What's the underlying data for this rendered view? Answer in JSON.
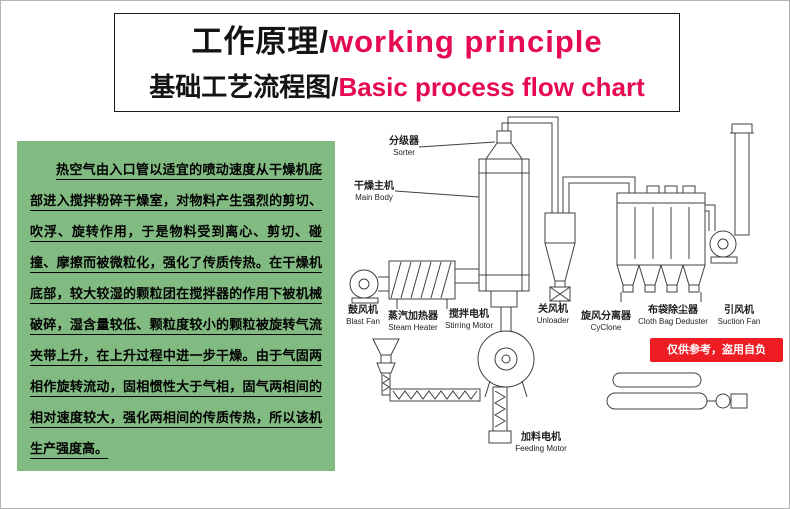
{
  "title": {
    "line1_zh": "工作原理/",
    "line1_en": "working principle",
    "line2_zh": "基础工艺流程图/",
    "line2_en": "Basic process flow chart"
  },
  "description": {
    "text": "热空气由入口管以适宜的喷动速度从干燥机底部进入搅拌粉碎干燥室，对物料产生强烈的剪切、吹浮、旋转作用，于是物料受到离心、剪切、碰撞、摩擦而被微粒化，强化了传质传热。在干燥机底部，较大较湿的颗粒团在搅拌器的作用下被机械破碎，湿含量较低、颗粒度较小的颗粒被旋转气流夹带上升，在上升过程中进一步干燥。由于气固两相作旋转流动，固相惯性大于气相，固气两相间的相对速度较大，强化两相间的传质传热，所以该机生产强度高。"
  },
  "diagram": {
    "labels": [
      {
        "zh": "分级器",
        "en": "Sorter"
      },
      {
        "zh": "干燥主机",
        "en": "Main Body"
      },
      {
        "zh": "鼓风机",
        "en": "Blast Fan"
      },
      {
        "zh": "蒸汽加热器",
        "en": "Steam Heater"
      },
      {
        "zh": "搅拌电机",
        "en": "Stirring Motor"
      },
      {
        "zh": "关风机",
        "en": "Unloader"
      },
      {
        "zh": "旋风分离器",
        "en": "CyClone"
      },
      {
        "zh": "布袋除尘器",
        "en": "Cloth Bag Deduster"
      },
      {
        "zh": "引风机",
        "en": "Suction Fan"
      },
      {
        "zh": "加料电机",
        "en": "Feeding Motor"
      }
    ],
    "watermark": "仅供参考，盗用自负"
  },
  "colors": {
    "accent_red": "#e60a50",
    "watermark_red": "#ee1c23",
    "panel_green": "#82bb82",
    "line_gray": "#404040"
  }
}
